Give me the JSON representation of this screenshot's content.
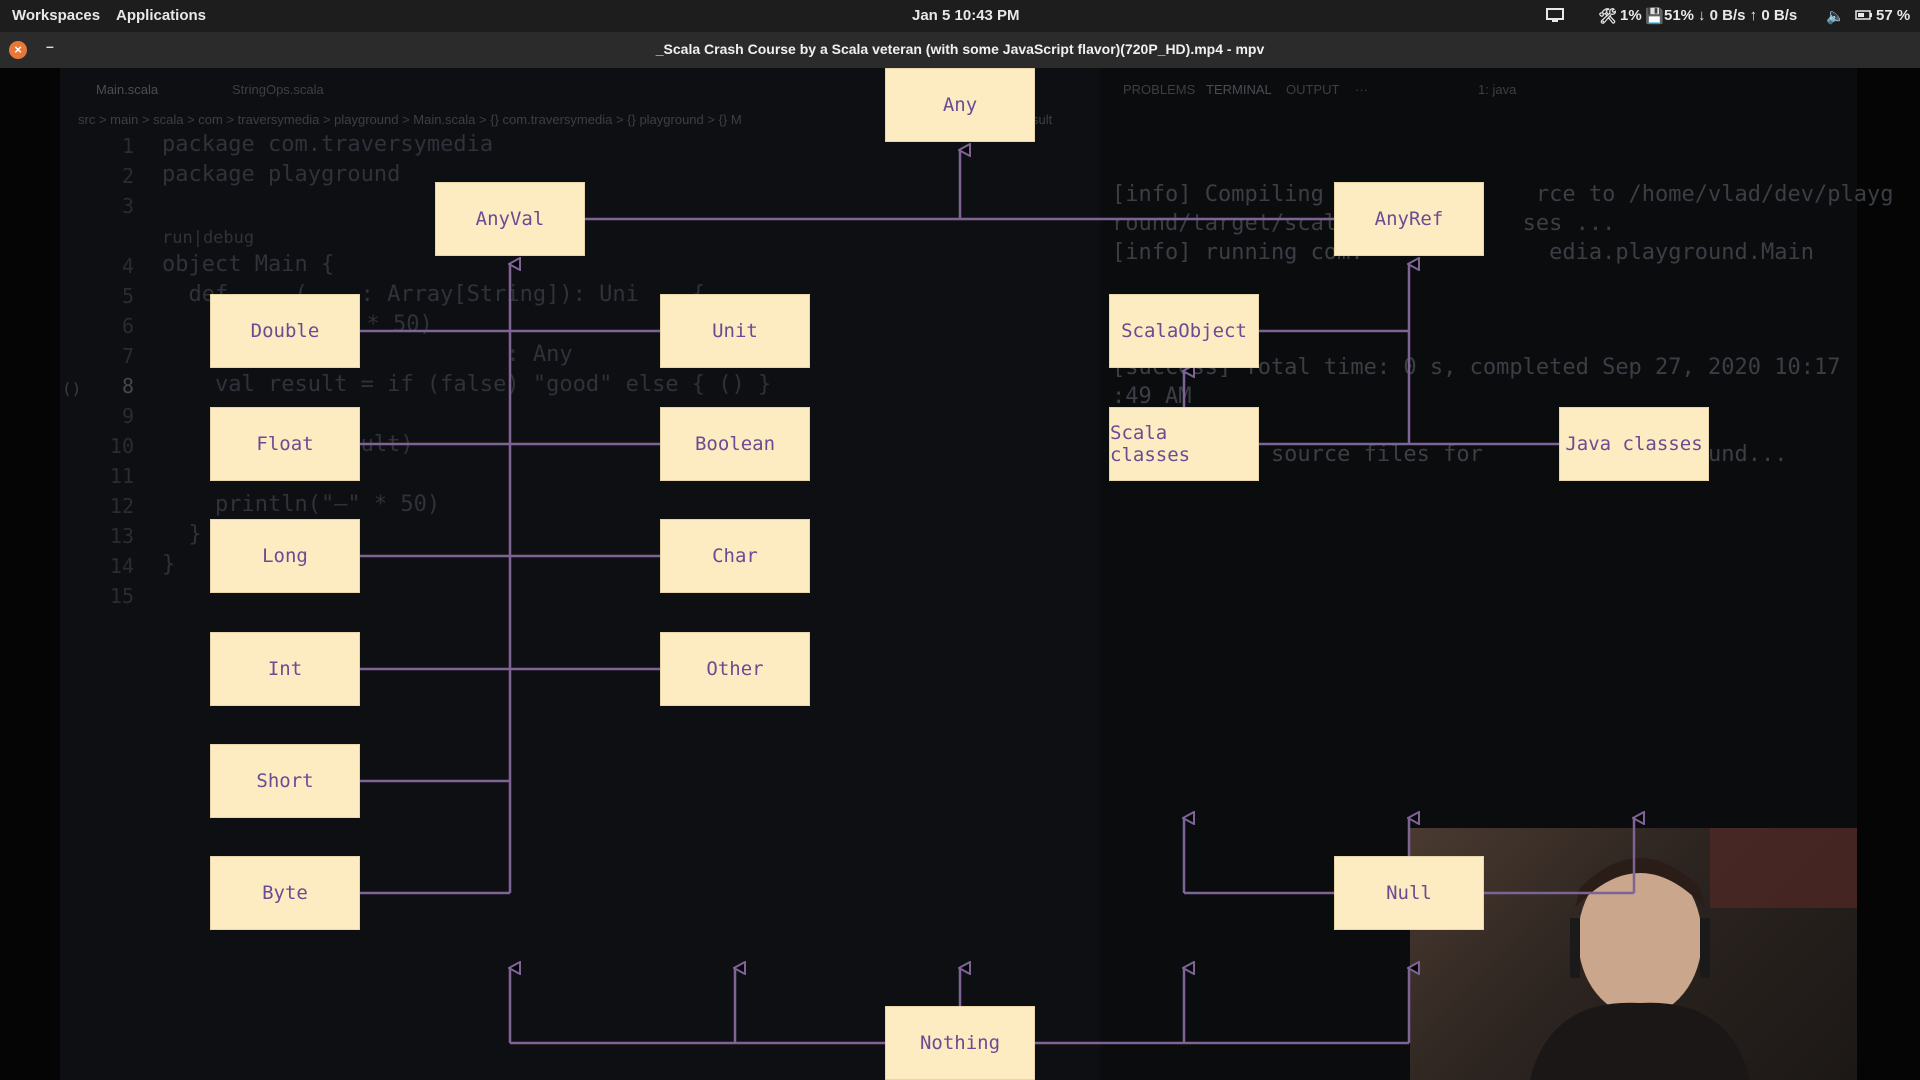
{
  "topbar": {
    "workspaces": "Workspaces",
    "applications": "Applications",
    "clock": "Jan 5  10:43 PM",
    "cpu": "1%",
    "mem": "51%",
    "net": "↓ 0 B/s ↑ 0 B/s",
    "battery": "57 %"
  },
  "window": {
    "close_glyph": "×",
    "minimize_glyph": "–",
    "title": "_Scala Crash Course by a Scala veteran (with some JavaScript flavor)(720P_HD).mp4 - mpv"
  },
  "background_editor": {
    "tabs": [
      "Main.scala",
      "StringOps.scala"
    ],
    "breadcrumb": "src > main > scala > com > traversymedia > playground > Main.scala > {} com.traversymedia > {} playground > {} M",
    "breadcrumb_tail": "sult",
    "line_numbers": [
      "1",
      "2",
      "3",
      "4",
      "5",
      "6",
      "7",
      "8",
      "9",
      "10",
      "11",
      "12",
      "13",
      "14",
      "15"
    ],
    "code_lines": [
      "package com.traversymedia",
      "package playground",
      "",
      "object Main {",
      "  def     (    : Array[String]): Uni    {",
      "",
      "                          : Any",
      "    val result = if (false) \"good\" else { () }",
      "",
      "              sult)",
      "",
      "    println(\"—\" * 50)",
      "  }",
      "}",
      ""
    ],
    "code_hint": "run|debug",
    "dangling_text": "\" * 50)",
    "bracket_glyph": "()"
  },
  "background_panel": {
    "tabs": [
      "PROBLEMS",
      "TERMINAL",
      "OUTPUT",
      "···"
    ],
    "terminal_select": "1: java",
    "terminal_lines": [
      "[info] Compiling                rce to /home/vlad/dev/playg",
      "round/target/scal              ses ...",
      "[info] running com.              edia.playground.Main",
      "",
      "",
      "[success] Total time: 0 s, completed Sep 27, 2020 10:17",
      ":49 AM",
      "",
      "      oring source files for                 und..."
    ]
  },
  "diagram": {
    "nodes": {
      "any": "Any",
      "anyval": "AnyVal",
      "anyref": "AnyRef",
      "double": "Double",
      "float": "Float",
      "long": "Long",
      "int": "Int",
      "short": "Short",
      "byte": "Byte",
      "unit": "Unit",
      "boolean": "Boolean",
      "char": "Char",
      "other": "Other",
      "scalaobject": "ScalaObject",
      "scalaclasses": "Scala classes",
      "javaclasses": "Java classes",
      "null": "Null",
      "nothing": "Nothing"
    },
    "colors": {
      "node_fill": "#fdebc2",
      "node_text": "#6a4c93",
      "edge": "#7d6396"
    }
  }
}
